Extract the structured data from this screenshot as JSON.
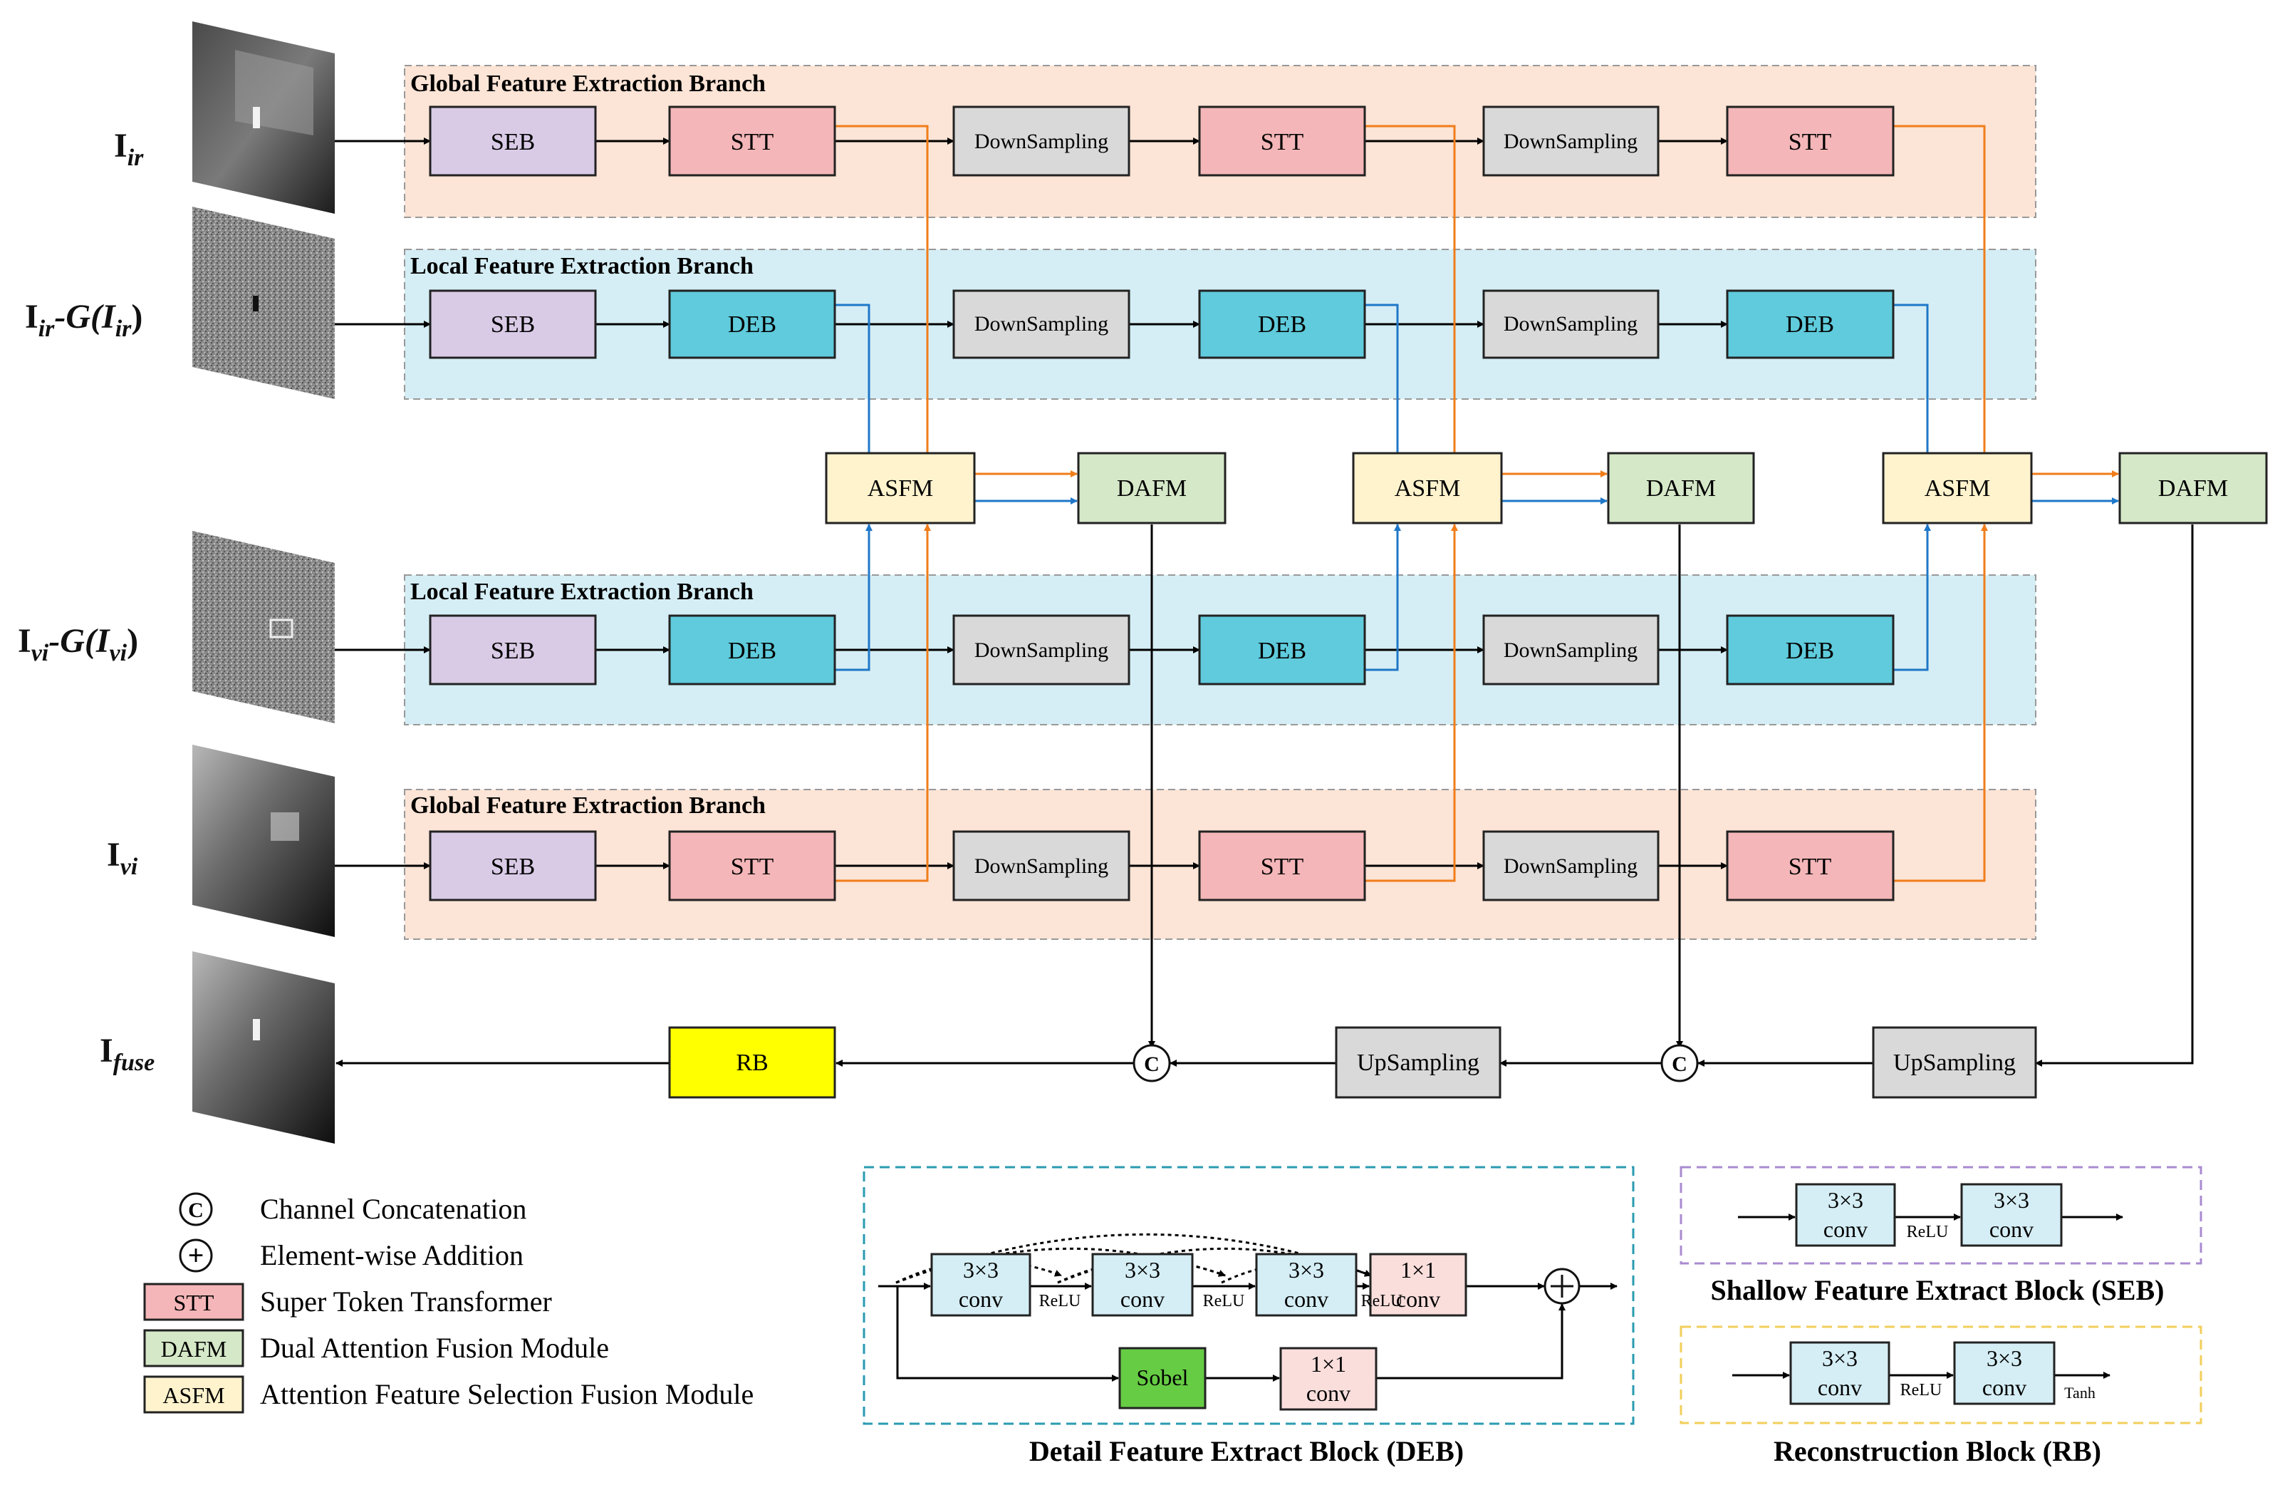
{
  "input_labels": {
    "ir": {
      "main": "I",
      "sub": "ir"
    },
    "ir_g": {
      "main": "I",
      "sub": "ir",
      "mid": "-G(I",
      "sub2": "ir",
      "close": ")"
    },
    "vi_g": {
      "main": "I",
      "sub": "vi",
      "mid": "-G(I",
      "sub2": "vi",
      "close": ")"
    },
    "vi": {
      "main": "I",
      "sub": "vi"
    },
    "fuse": {
      "main": "I",
      "sub": "fuse"
    }
  },
  "branches": {
    "global_top": "Global Feature Extraction Branch",
    "local_top": "Local Feature Extraction Branch",
    "local_bottom": "Local Feature Extraction Branch",
    "global_bottom": "Global Feature Extraction Branch"
  },
  "blocks": {
    "seb": "SEB",
    "stt": "STT",
    "deb": "DEB",
    "down": "DownSampling",
    "asfm": "ASFM",
    "dafm": "DAFM",
    "rb": "RB",
    "up": "UpSampling",
    "concat": "C"
  },
  "legend": [
    {
      "symbol": "C",
      "text": "Channel Concatenation"
    },
    {
      "symbol": "+",
      "text": "Element-wise Addition"
    },
    {
      "symbol": "STT",
      "text": "Super Token Transformer"
    },
    {
      "symbol": "DAFM",
      "text": "Dual Attention Fusion Module"
    },
    {
      "symbol": "ASFM",
      "text": "Attention Feature Selection Fusion Module"
    }
  ],
  "deb_detail": {
    "title": "Detail Feature Extract Block (DEB)",
    "conv3_top": "3×3",
    "conv_bottom": "conv",
    "conv1_top": "1×1",
    "relu": "ReLU",
    "sobel": "Sobel"
  },
  "seb_detail": {
    "title": "Shallow Feature Extract Block (SEB)",
    "conv3_top": "3×3",
    "conv_bottom": "conv",
    "relu": "ReLU"
  },
  "rb_detail": {
    "title": "Reconstruction Block (RB)",
    "conv3_top": "3×3",
    "conv_bottom": "conv",
    "relu": "ReLU",
    "tanh": "Tanh"
  },
  "colors": {
    "global_bg": "#fce4d6",
    "local_bg": "#d5eef5",
    "seb": "#d9cbe6",
    "stt": "#f4b6b8",
    "deb": "#5fcbdc",
    "down": "#d9d9d9",
    "asfm": "#fef3cd",
    "dafm": "#d5e8c8",
    "rb": "#ffff00",
    "sobel": "#66cc44",
    "conv": "#d5eef5",
    "conv1": "#f9dedc",
    "orange": "#f07d1a",
    "blue": "#1f77c8",
    "deb_frame": "#2a9bb0",
    "seb_frame": "#a98bd0",
    "rb_frame": "#f2cf5b"
  }
}
